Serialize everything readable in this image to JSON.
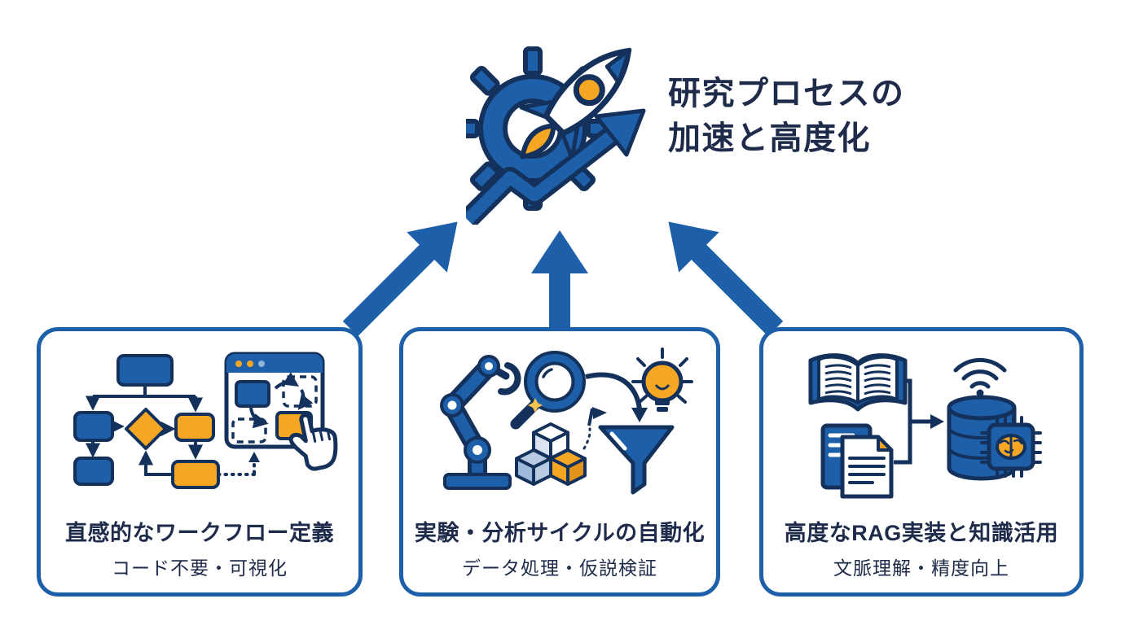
{
  "colors": {
    "primary_blue": "#1d5fa9",
    "navy_outline": "#14315c",
    "text_navy": "#1e2b4a",
    "accent_orange": "#f5a623",
    "accent_light_blue": "#8fb3d9",
    "background": "#ffffff"
  },
  "hero": {
    "icon": "rocket-gear-growth-icon",
    "title_line1": "研究プロセスの",
    "title_line2": "加速と高度化"
  },
  "connectors": {
    "left": "up-right-arrow",
    "center": "up-arrow",
    "right": "up-left-arrow"
  },
  "cards": [
    {
      "icon": "workflow-flowchart-browser-icon",
      "title": "直感的なワークフロー定義",
      "subtitle": "コード不要・可視化"
    },
    {
      "icon": "robot-arm-analysis-icon",
      "title": "実験・分析サイクルの自動化",
      "subtitle": "データ処理・仮説検証"
    },
    {
      "icon": "rag-knowledge-database-icon",
      "title": "高度なRAG実装と知識活用",
      "subtitle": "文脈理解・精度向上"
    }
  ]
}
